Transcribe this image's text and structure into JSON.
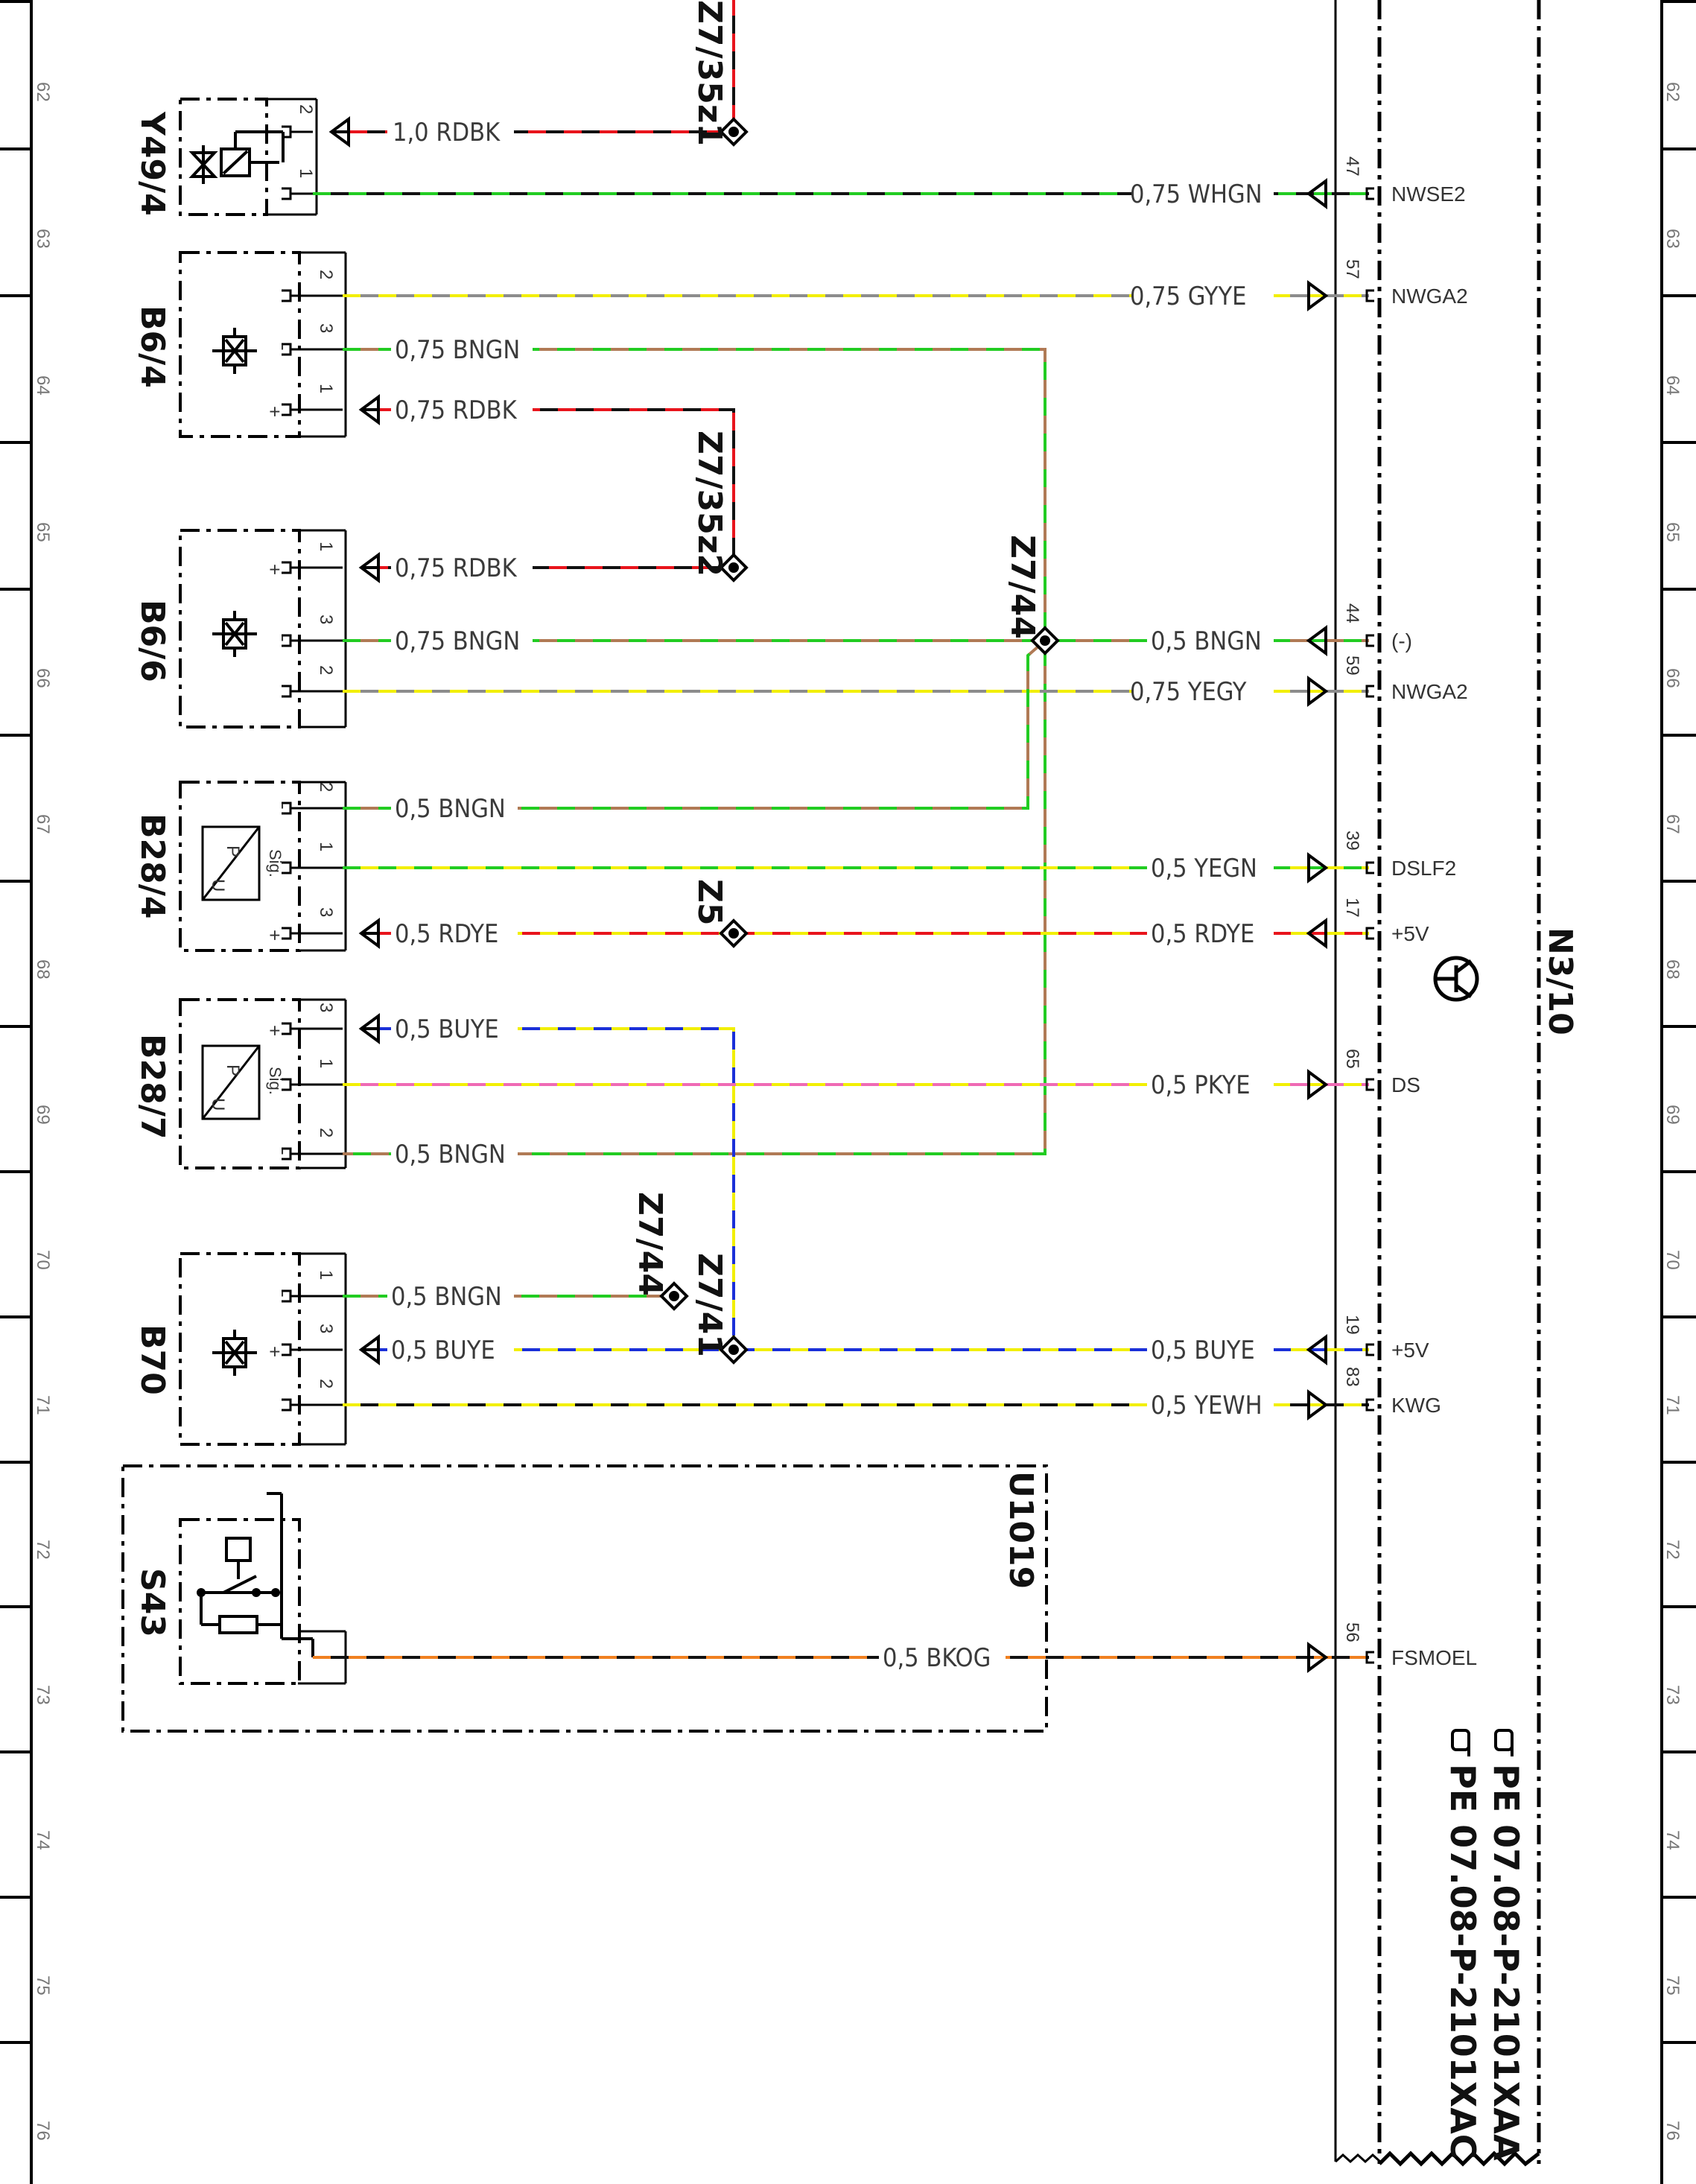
{
  "ruler_numbers": [
    "62",
    "63",
    "64",
    "65",
    "66",
    "67",
    "68",
    "69",
    "70",
    "71",
    "72",
    "73",
    "74",
    "75",
    "76"
  ],
  "components": {
    "y49_4": "Y49/4",
    "b6_4": "B6/4",
    "b6_6": "B6/6",
    "b28_4": "B28/4",
    "b28_7": "B28/7",
    "b70": "B70",
    "s43": "S43",
    "u1019": "U1019",
    "n3_10": "N3/10"
  },
  "junctions": {
    "z7_35z1": "Z7/35z1",
    "z7_35z2": "Z7/35z2",
    "z7_44_upper": "Z7/44",
    "z5": "Z5",
    "z7_44_lower": "Z7/44",
    "z7_41": "Z7/41"
  },
  "wires": {
    "w1": "1,0 RDBK",
    "w2": "0,75 WHGN",
    "w3": "0,75 GYYE",
    "w4": "0,75 BNGN",
    "w5": "0,75 RDBK",
    "w6": "0,75 RDBK",
    "w7": "0,75 BNGN",
    "w8": "0,5 BNGN",
    "w9": "0,75 YEGY",
    "w10": "0,5 BNGN",
    "w11": "0,5 YEGN",
    "w12": "0,5 RDYE",
    "w13": "0,5 RDYE",
    "w14": "0,5 BUYE",
    "w15": "0,5 PKYE",
    "w16": "0,5 BNGN",
    "w17": "0,5 BNGN",
    "w18": "0,5 BUYE",
    "w19": "0,5 BUYE",
    "w20": "0,5 YEWH",
    "w21": "0,5 BKOG"
  },
  "ecu_pins": {
    "p47": {
      "num": "47",
      "sig": "NWSE2"
    },
    "p57": {
      "num": "57",
      "sig": "NWGA2"
    },
    "p44": {
      "num": "44",
      "sig": "(-)"
    },
    "p59": {
      "num": "59",
      "sig": "NWGA2"
    },
    "p39": {
      "num": "39",
      "sig": "DSLF2"
    },
    "p17": {
      "num": "17",
      "sig": "+5V"
    },
    "p65": {
      "num": "65",
      "sig": "DS"
    },
    "p19": {
      "num": "19",
      "sig": "+5V"
    },
    "p83": {
      "num": "83",
      "sig": "KWG"
    },
    "p56": {
      "num": "56",
      "sig": "FSMOEL"
    }
  },
  "comp_pins": {
    "y49_4": [
      "2",
      "1"
    ],
    "b6_4": [
      "2",
      "3",
      "1"
    ],
    "b6_6": [
      "1",
      "3",
      "2"
    ],
    "b28_4": [
      "2",
      "1",
      "3"
    ],
    "b28_7": [
      "3",
      "1",
      "2"
    ],
    "b70": [
      "1",
      "3",
      "2"
    ]
  },
  "pin_marks": {
    "plus": "+",
    "minus": "-",
    "sig": "Sig."
  },
  "refs": [
    "PE 07.08-P-2101XAA",
    "PE 07.08-P-2101XAC"
  ],
  "colors": {
    "RD": "#e8141c",
    "BK": "#111111",
    "GN": "#22cc22",
    "WH": "#ffffff",
    "GY": "#8c8c8c",
    "YE": "#f2ef00",
    "BN": "#b07a55",
    "BU": "#1a2fd8",
    "PK": "#ef6ab4",
    "OG": "#f08020"
  }
}
